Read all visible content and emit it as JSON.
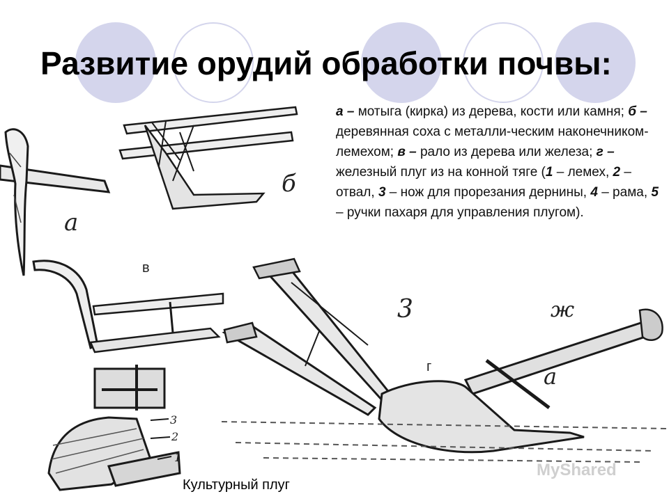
{
  "title": "Развитие орудий обработки почвы:",
  "description": {
    "a_key": "а –",
    "a_text": " мотыга (кирка) из дерева, кости или камня; ",
    "b_key": "б –",
    "b_text": " деревянная соха с металли-ческим наконечником-лемехом; ",
    "v_key": "в –",
    "v_text": " рало из дерева или железа; ",
    "g_key": "г –",
    "g_text": " железный плуг из на конной тяге (",
    "n1": "1",
    "t1": " – лемех, ",
    "n2": "2",
    "t2": " – отвал, ",
    "n3": "3",
    "t3": " – нож для прорезания дернины, ",
    "n4": "4",
    "t4": " – рама, ",
    "n5": "5",
    "t5": " – ручки пахаря для управления плугом)."
  },
  "labels": {
    "a": "а",
    "b": "б",
    "v": "в",
    "g": "г",
    "plow_3": "3",
    "plow_zh": "ж",
    "plow_a": "а",
    "part1": "1",
    "part2": "2",
    "part3": "3"
  },
  "caption": "Культурный плуг",
  "watermark": "MyShared",
  "colors": {
    "circle_fill": "#d4d5ec",
    "ink": "#1a1a1a"
  }
}
